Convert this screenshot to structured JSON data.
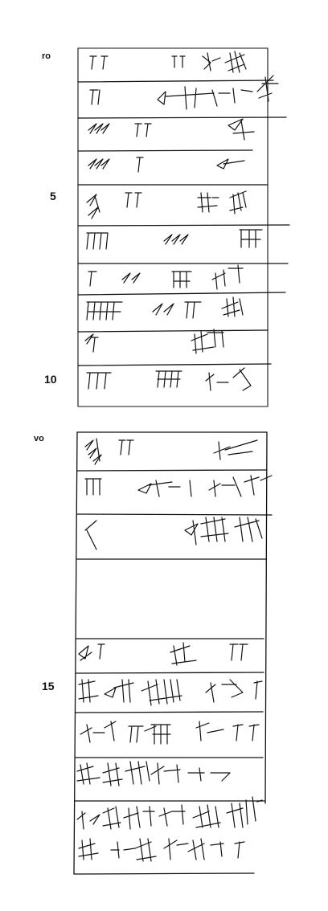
{
  "side_labels": {
    "obverse": "ro",
    "reverse": "vo"
  },
  "line_numbers": {
    "line_5": "5",
    "line_10": "10",
    "line_15": "15"
  },
  "colors": {
    "ink": "#111111",
    "paper": "#ffffff"
  }
}
